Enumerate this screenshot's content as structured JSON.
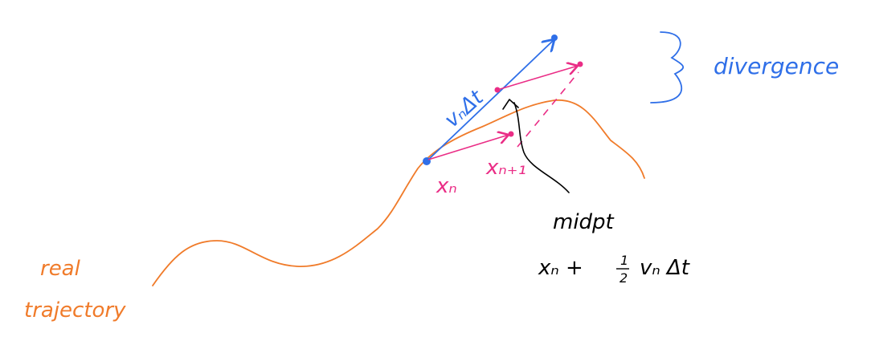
{
  "colors": {
    "trajectory": "#f07b2a",
    "velocity": "#2f6fe8",
    "midpoint": "#ea2d86",
    "annotation": "#000000",
    "background": "#ffffff"
  },
  "labels": {
    "real_line1": "real",
    "real_line2": "trajectory",
    "velocity": "vₙΔt",
    "x_n": "xₙ",
    "x_n1": "xₙ₊₁",
    "midpt": "midpt",
    "midpt_formula_prefix": "xₙ +",
    "midpt_formula_num": "1",
    "midpt_formula_den": "2",
    "midpt_formula_suffix": "vₙ Δt",
    "divergence": "divergence"
  }
}
